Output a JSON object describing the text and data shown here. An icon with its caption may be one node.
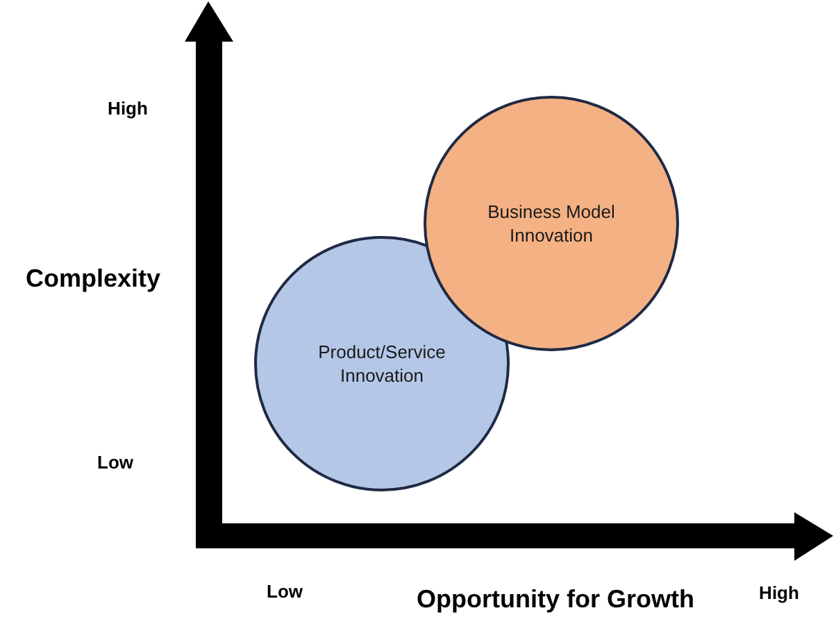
{
  "diagram": {
    "nodes": [
      {
        "text": [
          "Product/Service Innovation"
        ]
      },
      {
        "text": [
          "Business Model Innovation"
        ]
      }
    ],
    "labels": [
      "High",
      "Complexity",
      "Low",
      "Low",
      "Opportunity for Growth",
      "High"
    ]
  }
}
